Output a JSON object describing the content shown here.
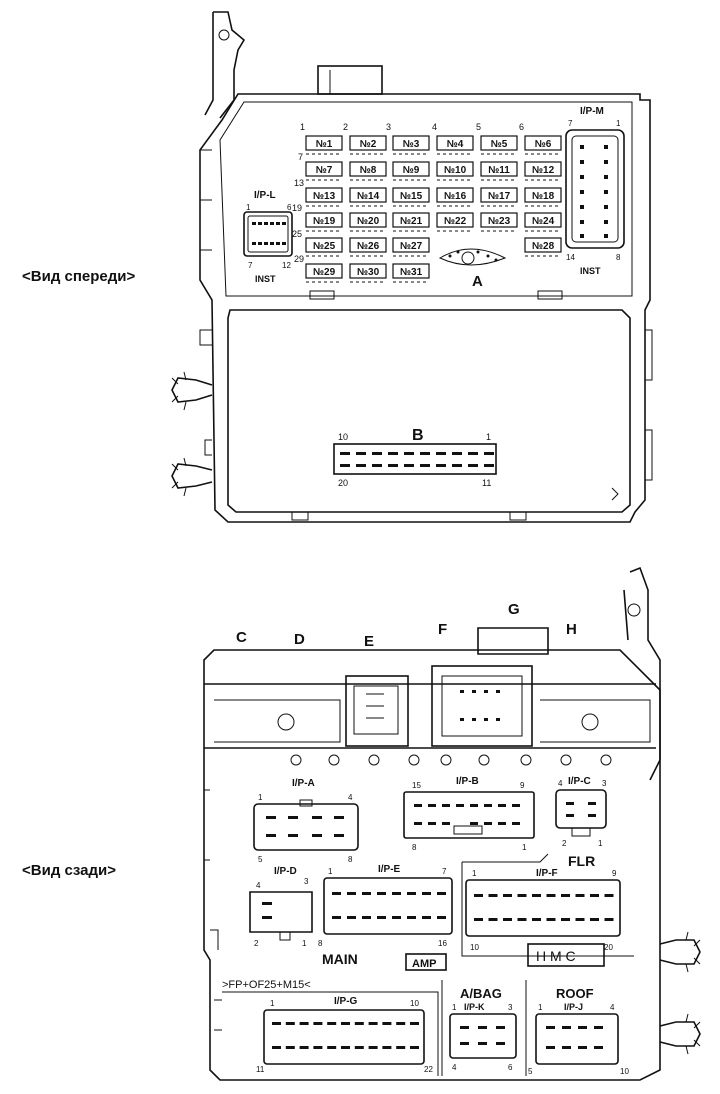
{
  "views": {
    "front": "<Вид спереди>",
    "rear": "<Вид сзади>"
  },
  "front": {
    "fuses": [
      "№1",
      "№2",
      "№3",
      "№4",
      "№5",
      "№6",
      "№7",
      "№8",
      "№9",
      "№10",
      "№11",
      "№12",
      "№13",
      "№14",
      "№15",
      "№16",
      "№17",
      "№18",
      "№19",
      "№20",
      "№21",
      "№22",
      "№23",
      "№24",
      "№25",
      "№26",
      "№27",
      "№28",
      "№29",
      "№30",
      "№31"
    ],
    "column_numbers": [
      "1",
      "2",
      "3",
      "4",
      "5",
      "6"
    ],
    "row_numbers": [
      "7",
      "13",
      "19",
      "25",
      "29"
    ],
    "ip_l": {
      "label": "I/P-L",
      "sub": "INST",
      "pins": [
        "1",
        "6",
        "7",
        "12"
      ]
    },
    "ip_m": {
      "label": "I/P-M",
      "sub": "INST",
      "pins": [
        "7",
        "1",
        "14",
        "8"
      ]
    },
    "conn_a": {
      "label": "A"
    },
    "conn_b": {
      "label": "B",
      "pins": [
        "10",
        "1",
        "20",
        "11"
      ]
    }
  },
  "rear": {
    "letters": [
      "C",
      "D",
      "E",
      "F",
      "G",
      "H"
    ],
    "ip_a": {
      "label": "I/P-A",
      "pins": [
        "1",
        "4",
        "5",
        "8"
      ]
    },
    "ip_b": {
      "label": "I/P-B",
      "pins": [
        "15",
        "9",
        "8",
        "1"
      ]
    },
    "ip_c": {
      "label": "I/P-C",
      "pins": [
        "4",
        "3",
        "2",
        "1"
      ]
    },
    "flr": "FLR",
    "ip_d": {
      "label": "I/P-D",
      "pins": [
        "4",
        "3",
        "2",
        "1"
      ]
    },
    "ip_e": {
      "label": "I/P-E",
      "pins": [
        "1",
        "7",
        "8",
        "16"
      ]
    },
    "ip_f": {
      "label": "I/P-F",
      "pins": [
        "1",
        "9",
        "10",
        "20"
      ]
    },
    "main": "MAIN",
    "amp": "AMP",
    "hmc": "H M C",
    "fp_code": ">FP+OF25+M15<",
    "ip_g": {
      "label": "I/P-G",
      "pins": [
        "1",
        "10",
        "11",
        "22"
      ]
    },
    "abag": "A/BAG",
    "ip_k": {
      "label": "I/P-K",
      "pins": [
        "1",
        "3",
        "4",
        "6"
      ]
    },
    "roof": "ROOF",
    "ip_j": {
      "label": "I/P-J",
      "pins": [
        "1",
        "4",
        "5",
        "10"
      ]
    }
  }
}
